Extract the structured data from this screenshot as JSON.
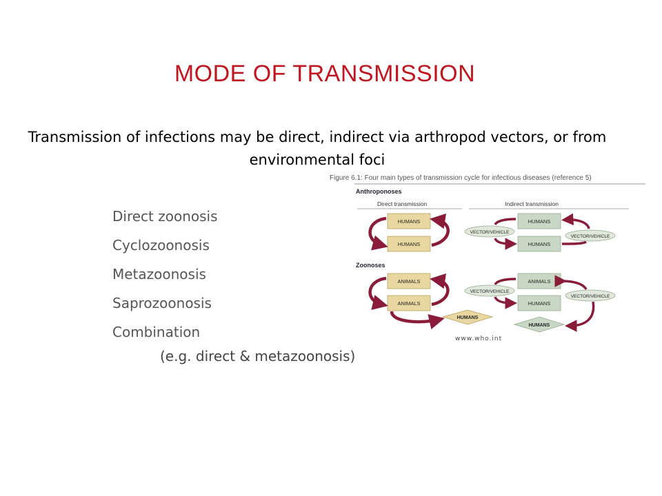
{
  "slide": {
    "title": "MODE OF TRANSMISSION",
    "subtitle": "Transmission of infections may be direct, indirect via arthropod vectors, or from environmental foci",
    "bullets": [
      "Direct zoonosis",
      "Cyclozoonosis",
      "Metazoonosis",
      "Saprozoonosis",
      "Combination"
    ],
    "note": "(e.g. direct & metazoonosis)"
  },
  "figure": {
    "caption": "Figure 6.1: Four main types of transmission cycle for infectious diseases (reference 5)",
    "section_anthroponoses": "Anthroponoses",
    "section_zoonoses": "Zoonoses",
    "header_direct": "Direct transmission",
    "header_indirect": "Indirect transmission",
    "label_humans": "HUMANS",
    "label_animals": "ANIMALS",
    "label_vector": "VECTOR/VEHICLE",
    "credit": "www.who.int",
    "colors": {
      "direct_box": "#e8d7a0",
      "indirect_box": "#c9d8c4",
      "arrow": "#8a1c3a",
      "oval": "#dfe8da"
    }
  }
}
